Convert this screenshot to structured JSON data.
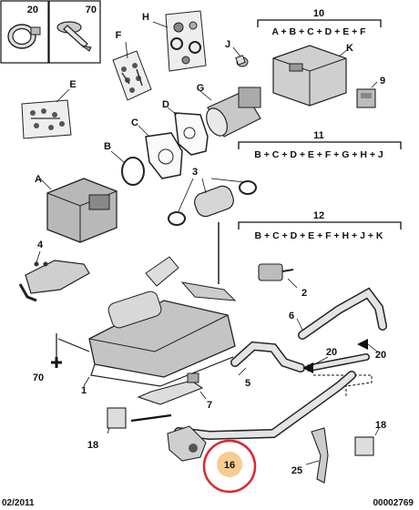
{
  "inset_boxes": [
    {
      "number": "20"
    },
    {
      "number": "70"
    }
  ],
  "kits": [
    {
      "code": "10",
      "formula": "A + B + C + D + E + F"
    },
    {
      "code": "11",
      "formula": "B + C + D + E + F + G + H + J"
    },
    {
      "code": "12",
      "formula": "B + C + D + E + F + H + J + K"
    }
  ],
  "part_letters": [
    "A",
    "B",
    "C",
    "D",
    "E",
    "F",
    "G",
    "H",
    "J",
    "K"
  ],
  "part_numbers": [
    "1",
    "2",
    "3",
    "4",
    "5",
    "6",
    "7",
    "9",
    "16",
    "18",
    "20",
    "25",
    "70"
  ],
  "highlight": {
    "label": "16",
    "circle_color": "#e0262b",
    "badge_color": "#f6cc8f"
  },
  "footer": {
    "date": "02/2011",
    "reference": "00002769"
  }
}
